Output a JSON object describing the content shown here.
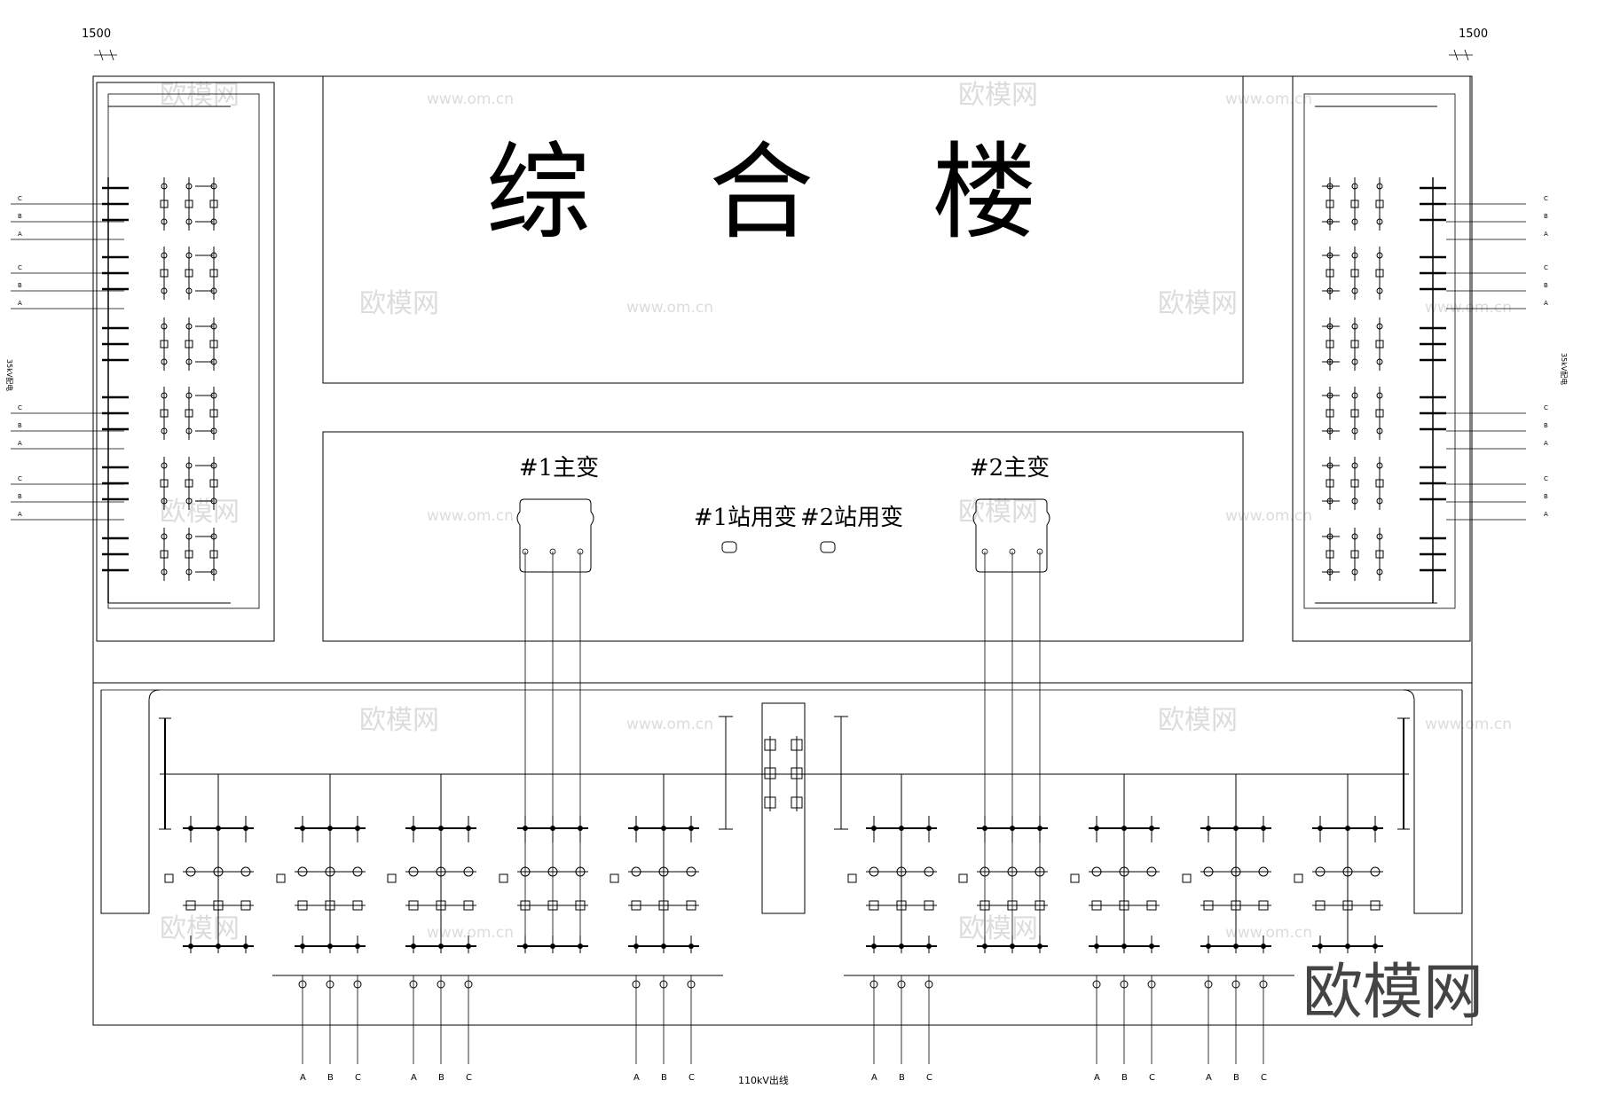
{
  "dimension_left": "1500",
  "dimension_right": "1500",
  "building_title": "综 合 楼",
  "transformer_1": "#1主变",
  "transformer_2": "#2主变",
  "station_transformer_1": "#1站用变",
  "station_transformer_2": "#2站用变",
  "outgoing_line_label": "110kV出线",
  "phase_labels": [
    "A",
    "B",
    "C"
  ],
  "side_phase_labels": [
    "C",
    "B",
    "A"
  ],
  "side_switchgear_label": "35kV配电",
  "watermark_text": "欧模网",
  "watermark_url": "www.om.cn",
  "brand_logo": "欧模网"
}
